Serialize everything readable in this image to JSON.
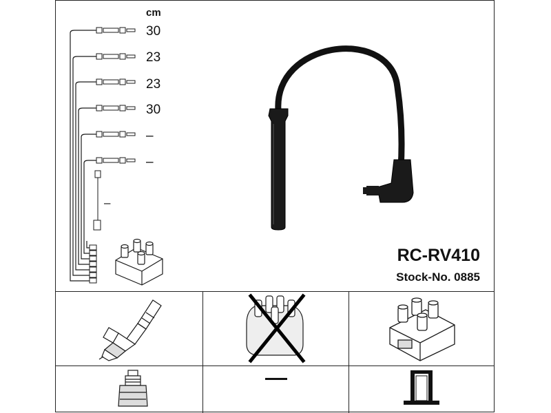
{
  "legend": {
    "unit": "cm",
    "lengths": [
      "30",
      "23",
      "23",
      "30",
      "–",
      "–"
    ],
    "extra_length": "–"
  },
  "product": {
    "model": "RC-RV410",
    "stock": "Stock-No. 0885"
  },
  "bottom": {
    "not_applicable": "–"
  },
  "colors": {
    "stroke": "#1a1a1a",
    "cable": "#111111"
  }
}
